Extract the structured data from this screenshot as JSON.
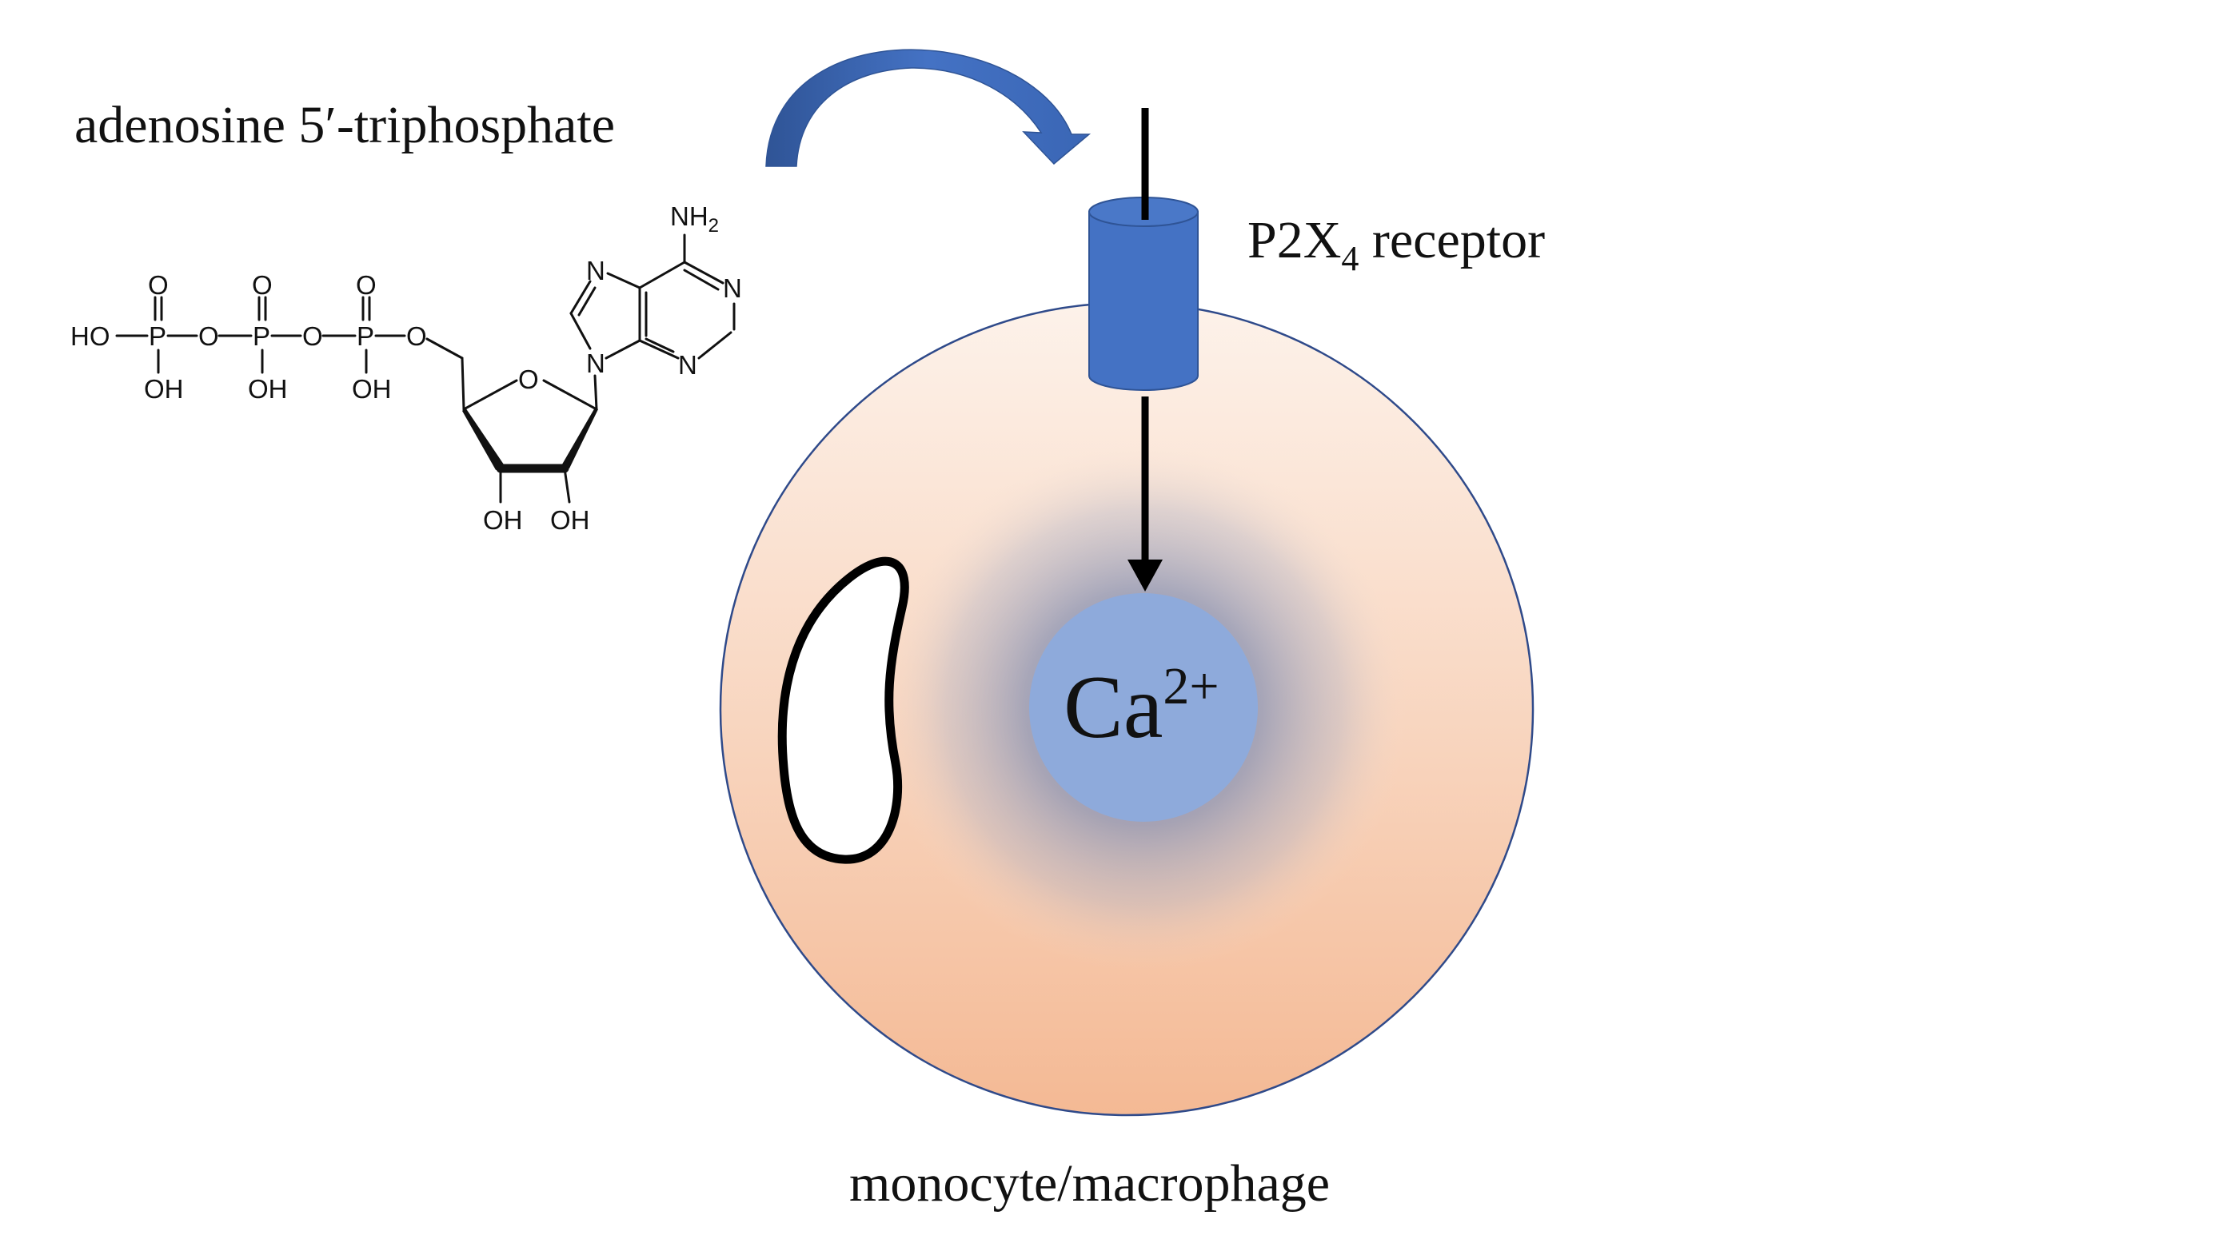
{
  "molecule": {
    "name": "adenosine 5′-triphosphate",
    "atoms": {
      "phosphate_oxo": "O",
      "phosphorus": "P",
      "bridge_oxygen": "O",
      "hydroxyl_left": "HO",
      "hydroxyl": "OH",
      "ring_oxygen": "O",
      "nitrogen": "N",
      "amine": "NH",
      "amine_subscript": "2"
    }
  },
  "receptor": {
    "label_main": "P2X",
    "label_subscript": "4",
    "label_tail": " receptor"
  },
  "ion": {
    "symbol": "Ca",
    "charge": "2+"
  },
  "cell": {
    "label": "monocyte/macrophage"
  },
  "colors": {
    "receptor_blue": "#4472c4",
    "curved_arrow_blue": "#4472c4",
    "ion_blue": "#8eaadb",
    "cell_top": "#fdf1e8",
    "cell_bottom": "#f5b995",
    "cell_outline": "#2f4a8a",
    "arrow_black": "#000000"
  }
}
